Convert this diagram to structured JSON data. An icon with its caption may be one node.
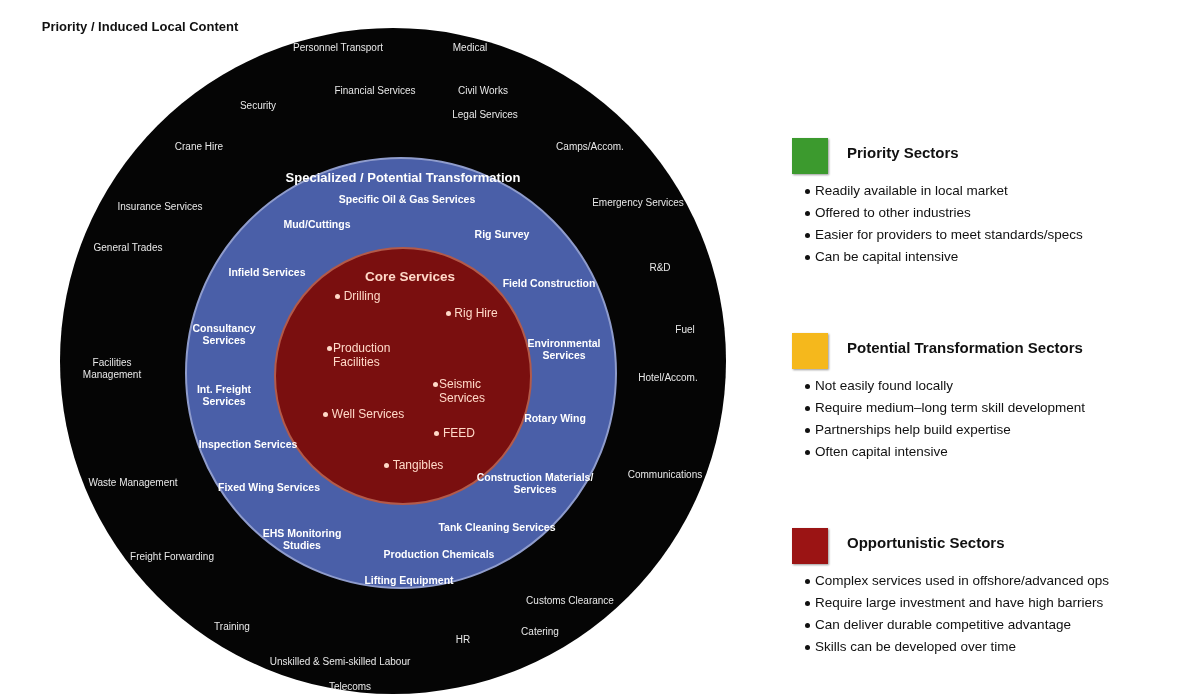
{
  "diagram": {
    "nodes": [
      {
        "text": [
          "Priority / Induced Local Content",
          "Personnel Transport",
          "Medical",
          "Financial Services",
          "Civil Works",
          "Security",
          "Legal Services",
          "Crane Hire",
          "Camps/Accom.",
          "Insurance Services",
          "Emergency Services",
          "General Trades",
          "R&D",
          "Fuel",
          "Facilities Management",
          "Hotel/Accom.",
          "Waste Management",
          "Communications",
          "Freight Forwarding",
          "Customs Clearance",
          "Training",
          "Catering",
          "HR",
          "Unskilled & Semi-skilled Labour",
          "Telecoms"
        ]
      },
      {
        "text": [
          "Specialized / Potential Transformation",
          "Specific Oil & Gas Services",
          "Mud/Cuttings",
          "Rig Survey",
          "Infield Services",
          "Field Construction",
          "Consultancy Services",
          "Environmental Services",
          "Int. Freight Services",
          "Rotary Wing",
          "Inspection Services",
          "Fixed Wing Services",
          "Construction Materials/ Services",
          "EHS Monitoring Studies",
          "Tank Cleaning Services",
          "Production Chemicals",
          "Lifting Equipment"
        ],
        "in": 0
      },
      {
        "text": [
          "Core Services",
          "Drilling",
          "Rig Hire",
          "Production Facilities",
          "Seismic Services",
          "Well Services",
          "FEED",
          "Tangibles"
        ],
        "in": 1
      }
    ],
    "labels": [
      "Readily available in local market",
      "Offered to other industries",
      "Easier for providers to meet standards/specs",
      "Can be capital intensive",
      "Not easily found locally",
      "Require medium–long term skill development",
      "Partnerships help build expertise",
      "Often capital intensive",
      "Complex services used in offshore/advanced ops",
      "Require large investment and have high barriers",
      "Can deliver durable competitive advantage",
      "Skills can be developed over time"
    ],
    "legend": [
      {
        "text": "Priority Sectors",
        "color": "#3c9a2e"
      },
      {
        "text": "Potential Transformation Sectors",
        "color": "#f5b81c"
      },
      {
        "text": "Opportunistic Sectors",
        "color": "#9b1414"
      }
    ]
  }
}
